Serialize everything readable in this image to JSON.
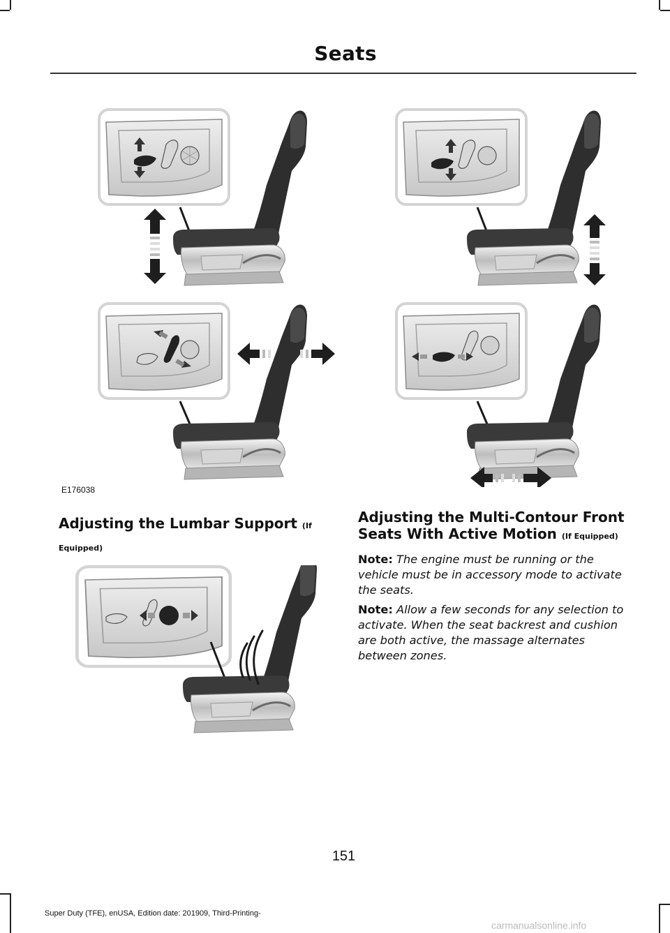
{
  "header": {
    "title": "Seats"
  },
  "figure_top": {
    "id": "E176038"
  },
  "lumbar": {
    "title": "Adjusting the Lumbar Support",
    "qualifier_a": "(If",
    "qualifier_b": "Equipped)"
  },
  "multicontour": {
    "title_line1": "Adjusting the Multi-Contour Front",
    "title_line2": "Seats With Active Motion",
    "qualifier": "(If Equipped)"
  },
  "notes": [
    {
      "label": "Note:",
      "text": "The engine must be running or the vehicle must be in accessory mode to activate the seats."
    },
    {
      "label": "Note:",
      "text": "Allow a few seconds for any selection to activate. When the seat backrest and cushion are both active, the massage alternates between zones."
    }
  ],
  "footer": {
    "page_number": "151",
    "edition": "Super Duty (TFE), enUSA, Edition date: 201909, Third-Printing-",
    "watermark": "carmanualsonline.info"
  },
  "icons": [
    "up-down-arrow-icon",
    "fore-aft-arrow-icon",
    "massage-wave-icon",
    "seat-icon"
  ]
}
